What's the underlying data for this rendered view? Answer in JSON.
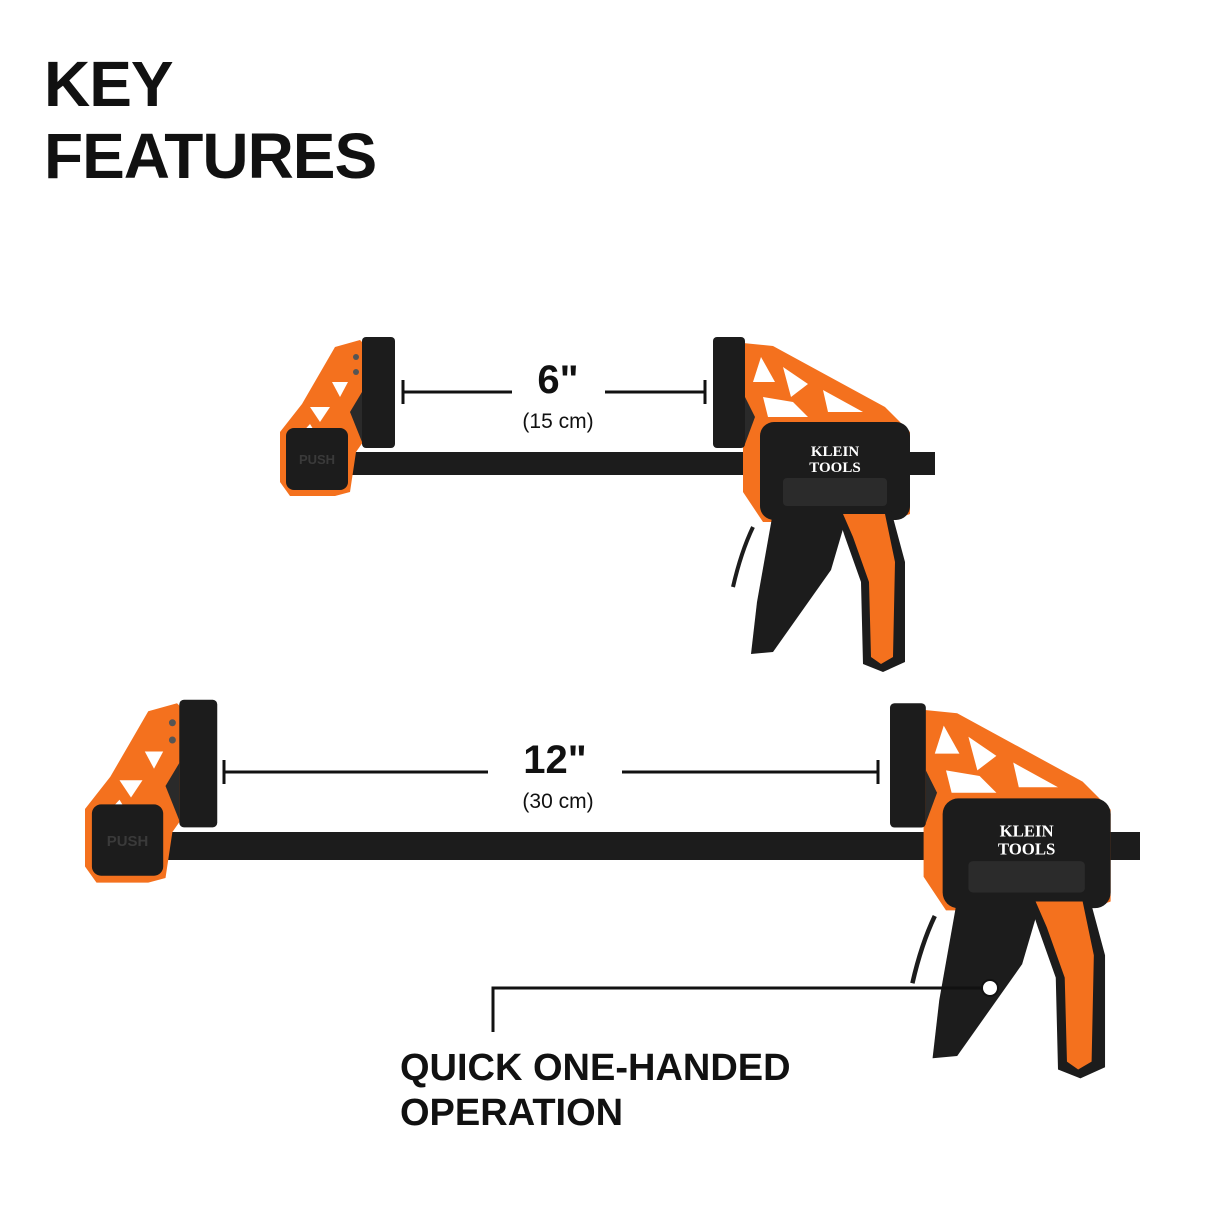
{
  "heading": {
    "line1": "KEY",
    "line2": "FEATURES"
  },
  "colors": {
    "orange": "#f4711e",
    "black": "#1c1c1c",
    "text": "#111111"
  },
  "clamp_small": {
    "size": "6\"",
    "size_metric": "(15 cm)",
    "pad_label": "PUSH",
    "brand_line1": "KLEIN",
    "brand_line2": "TOOLS"
  },
  "clamp_large": {
    "size": "12\"",
    "size_metric": "(30 cm)",
    "pad_label": "PUSH",
    "brand_line1": "KLEIN",
    "brand_line2": "TOOLS"
  },
  "callout": {
    "line1": "QUICK ONE-HANDED",
    "line2": "OPERATION"
  }
}
